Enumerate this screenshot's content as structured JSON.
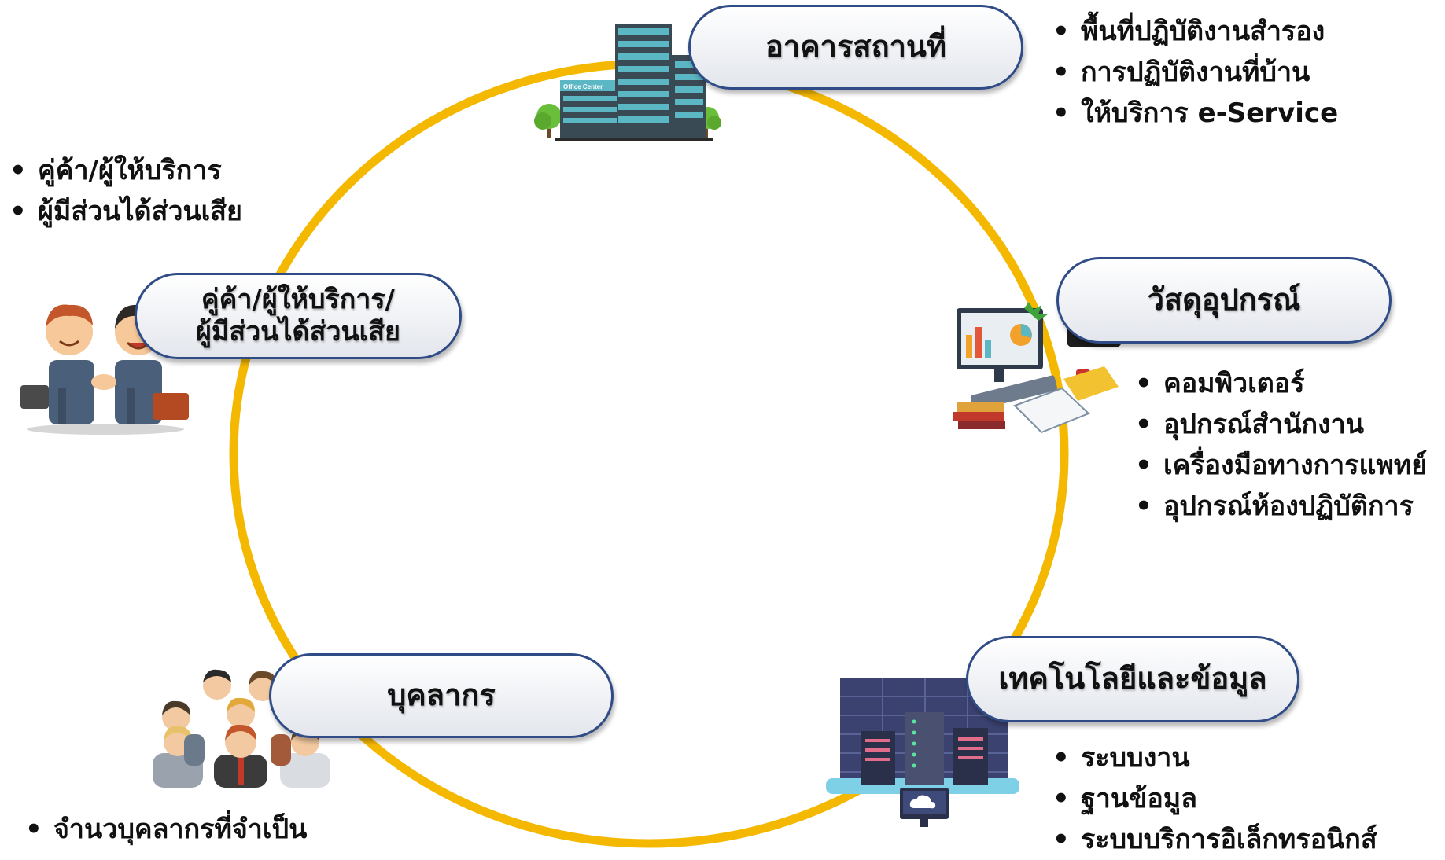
{
  "colors": {
    "ring": "#f5b800",
    "pill_border": "#2f4c86",
    "text": "#111111"
  },
  "nodes": {
    "building": {
      "label": "อาคารสถานที่",
      "bullets": [
        "พื้นที่ปฏิบัติงานสำรอง",
        "การปฏิบัติงานที่บ้าน",
        "ให้บริการ e-Service"
      ],
      "icon": "office-building-icon",
      "sign": "Office Center"
    },
    "equipment": {
      "label": "วัสดุอุปกรณ์",
      "bullets": [
        "คอมพิวเตอร์",
        "อุปกรณ์สำนักงาน",
        "เครื่องมือทางการแพทย์",
        "อุปกรณ์ห้องปฏิบัติการ"
      ],
      "icon": "office-equipment-icon"
    },
    "technology": {
      "label": "เทคโนโลยีและข้อมูล",
      "bullets": [
        "ระบบงาน",
        "ฐานข้อมูล",
        "ระบบบริการอิเล็กทรอนิกส์"
      ],
      "icon": "server-cloud-icon"
    },
    "personnel": {
      "label": "บุคลากร",
      "bullets": [
        "จำนวบุคลากรที่จำเป็น"
      ],
      "icon": "people-group-icon"
    },
    "stakeholders": {
      "label_line1": "คู่ค้า/ผู้ให้บริการ/",
      "label_line2": "ผู้มีส่วนได้ส่วนเสีย",
      "bullets": [
        "คู่ค้า/ผู้ให้บริการ",
        "ผู้มีส่วนได้ส่วนเสีย"
      ],
      "icon": "handshake-icon"
    }
  }
}
